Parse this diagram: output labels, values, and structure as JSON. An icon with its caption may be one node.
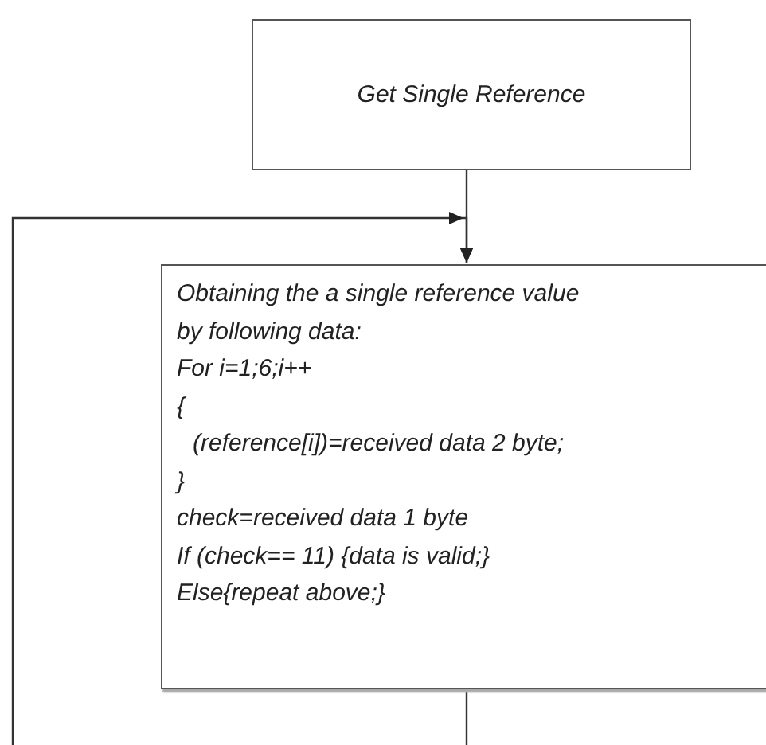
{
  "diagram": {
    "nodes": [
      {
        "text": [
          "Get Single Reference"
        ]
      },
      {
        "text": [
          "Obtaining the a single reference value by following data:",
          "For i=1;6;i++",
          "{",
          "(reference[i])=received data 2 byte;",
          "}",
          "check=received data 1 byte",
          "If (check== 11) {data is valid;}",
          "Else{repeat above;}"
        ]
      }
    ],
    "edges": [
      {
        "from": 0,
        "to": 1,
        "arrow": "to"
      },
      {
        "from": null,
        "to": 1,
        "arrow": "to"
      },
      {
        "from": 1,
        "to": null,
        "arrow": "none"
      }
    ]
  }
}
